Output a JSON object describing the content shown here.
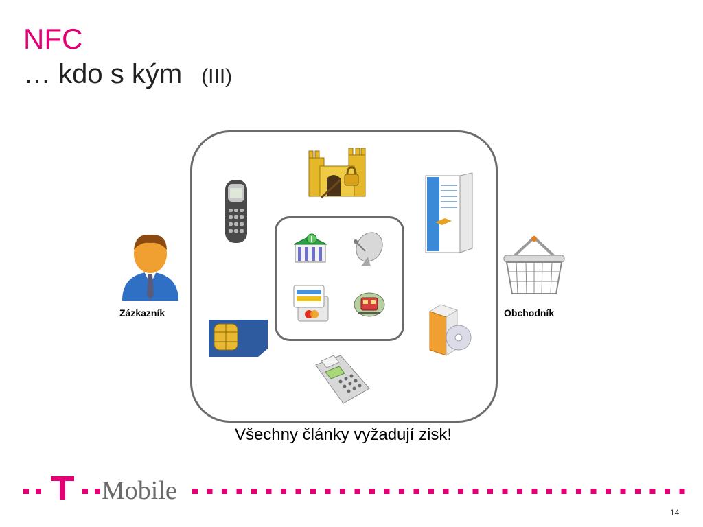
{
  "slide": {
    "title": "NFC",
    "subtitle": "… kdo s kým",
    "subtitle_roman": "(III)",
    "caption": "Všechny články vyžadují zisk!",
    "page_number": "14"
  },
  "labels": {
    "customer": "Zázkazník",
    "merchant": "Obchodník"
  },
  "brand": {
    "logo_text": "Mobile",
    "accent": "#e20074"
  },
  "icons": [
    "customer-person-icon",
    "mobile-phone-icon",
    "castle-lock-icon",
    "server-tower-icon",
    "shopping-basket-icon",
    "bank-icon",
    "satellite-dish-icon",
    "payment-cards-icon",
    "train-ticket-icon",
    "sim-card-icon",
    "software-box-cd-icon",
    "payment-terminal-icon"
  ]
}
